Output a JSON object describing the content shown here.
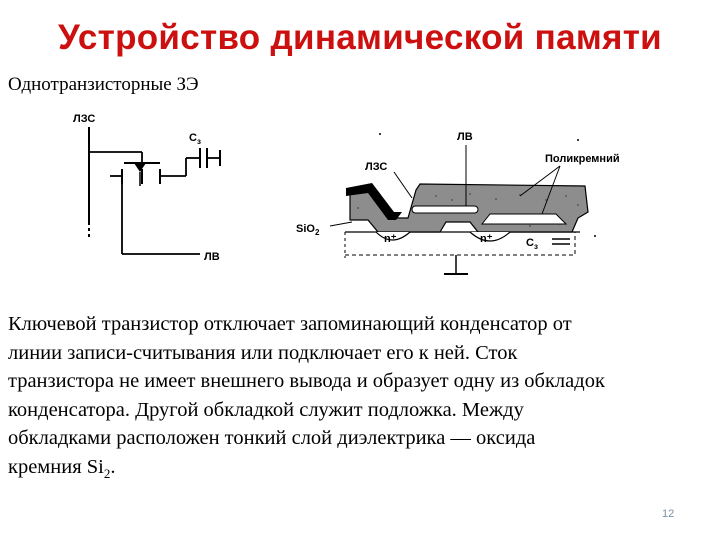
{
  "slide": {
    "title": "Устройство динамической памяти",
    "subtitle": "Однотранзисторные ЗЭ",
    "page_number": "12",
    "title_color": "#cc1010"
  },
  "schematic": {
    "lzs_label": "ЛЗС",
    "cap_label": "C",
    "cap_subscript": "з",
    "lv_label": "ЛВ"
  },
  "cross_section": {
    "lv_label": "ЛВ",
    "lzs_label": "ЛЗС",
    "poly_label": "Поликремний",
    "sio2_label": "SiO",
    "sio2_subscript": "2",
    "n_plus_1": "n⁺",
    "n_plus_2": "n⁺",
    "cap_label": "C",
    "cap_subscript": "з"
  },
  "paragraph": {
    "lines": [
      "Ключевой транзистор отключает запоминающий конденсатор от",
      "линии записи-считывания или подключает его к ней. Сток",
      "транзистора не имеет внешнего вывода и образует одну из обкладок",
      "конденсатора. Другой обкладкой служит подложка. Между",
      "обкладками расположен тонкий слой диэлектрика — оксида"
    ],
    "last_line_prefix": "кремния Si",
    "last_line_sub": "2",
    "last_line_suffix": "."
  }
}
